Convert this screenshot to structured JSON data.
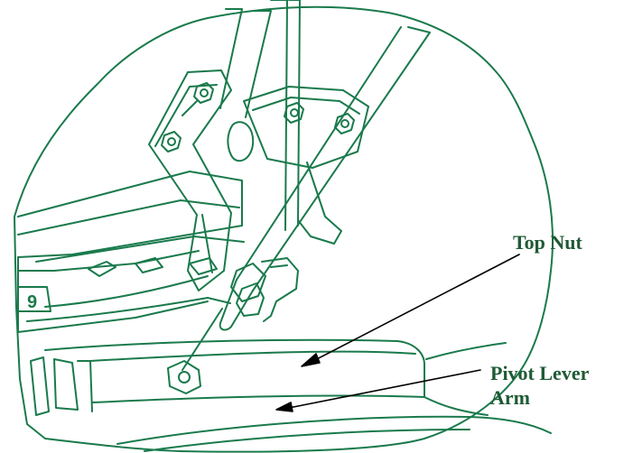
{
  "colors": {
    "line": "#1a7a4c",
    "label": "#1f5a35",
    "arrow": "#000000",
    "background": "#ffffff"
  },
  "callouts": {
    "top_nut": "Top Nut",
    "pivot_lever_arm": {
      "line1": "Pivot Lever",
      "line2": "Arm"
    }
  },
  "part_stamp": "9"
}
